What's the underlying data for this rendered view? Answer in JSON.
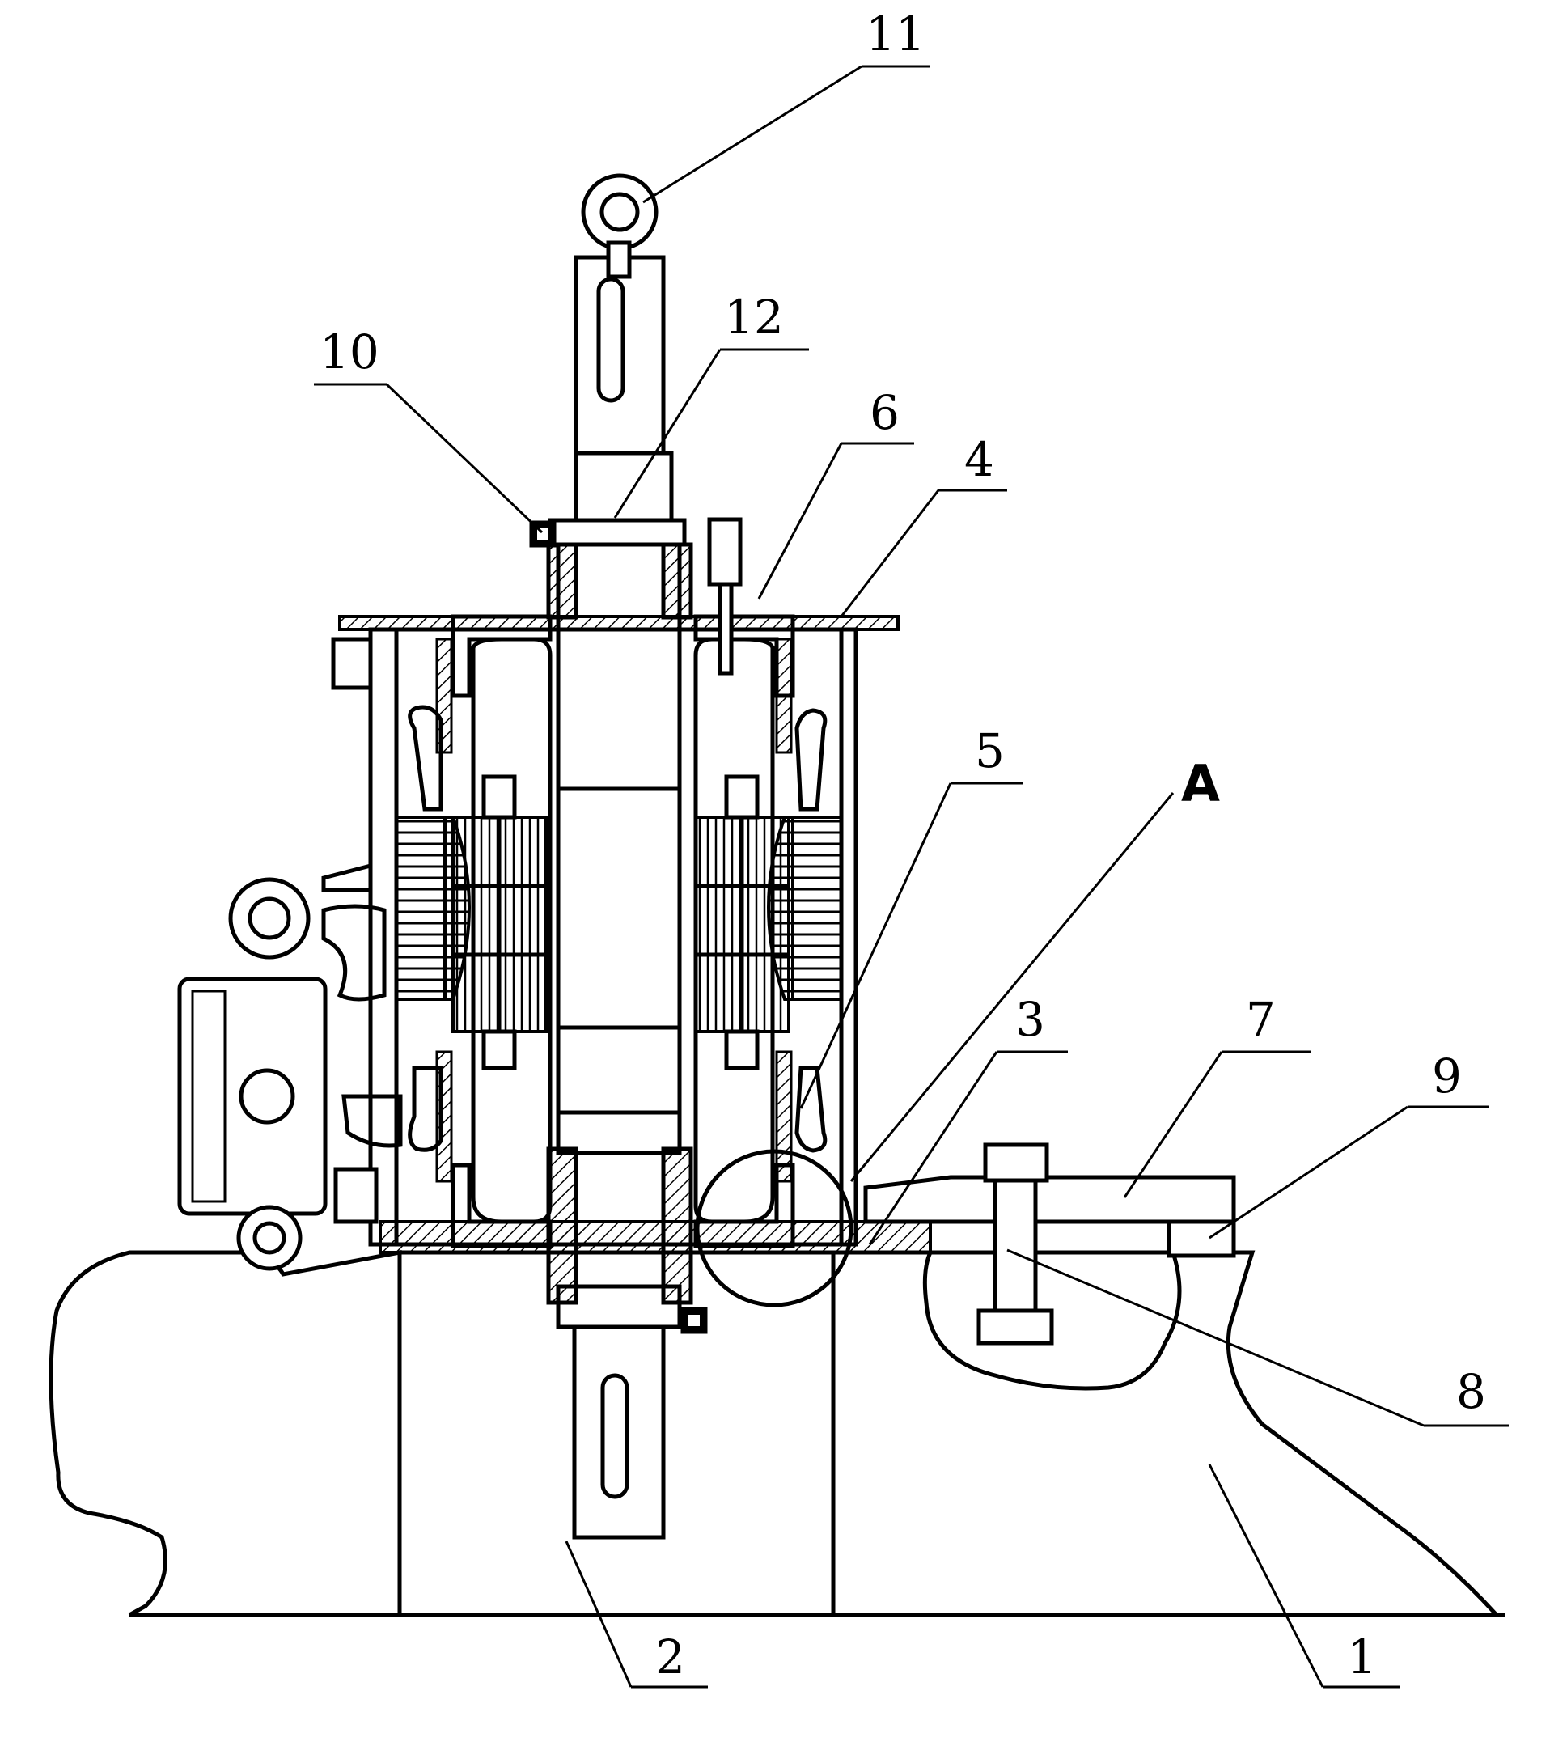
{
  "colors": {
    "ink": "#000000",
    "paper": "#ffffff"
  },
  "labels": {
    "l1": "1",
    "l2": "2",
    "l3": "3",
    "l4": "4",
    "l5": "5",
    "l6": "6",
    "l7": "7",
    "l8": "8",
    "l9": "9",
    "l10": "10",
    "l11": "11",
    "l12": "12",
    "lA": "A"
  }
}
